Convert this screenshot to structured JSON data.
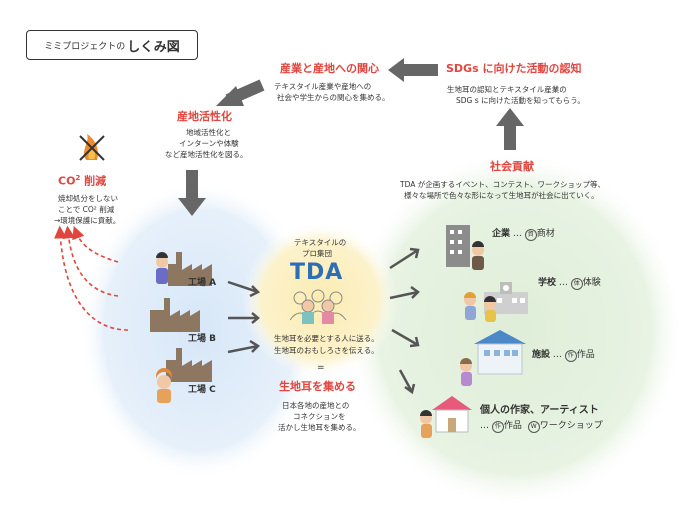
{
  "title": {
    "prefix": "ミミプロジェクトの",
    "main": "しくみ図"
  },
  "top_center": {
    "heading": "産業と産地への関心",
    "line1": "テキスタイル産業や産地への",
    "line2": "社会や学生からの関心を集める。"
  },
  "top_right": {
    "heading": "SDGs に向けた活動の認知",
    "line1": "生地耳の認知とテキスタイル産業の",
    "line2": "SDG s に向けた活動を知ってもらう。"
  },
  "left_top": {
    "heading": "産地活性化",
    "line1": "地域活性化と",
    "line2": "インターンや体験",
    "line3": "など産地活性化を図る。"
  },
  "co2": {
    "heading": "CO",
    "sup": "2",
    "heading_suffix": " 削減",
    "line1": "焼却処分をしない",
    "line2": "ことで CO² 削減",
    "line3": "→環境保護に貢献。"
  },
  "factories": [
    "工場 A",
    "工場 B",
    "工場 C"
  ],
  "tda": {
    "line1": "テキスタイルの",
    "line2": "プロ集団",
    "name": "TDA",
    "desc1": "生地耳を必要とする人に送る。",
    "desc2": "生地耳のおもしろさを伝える。",
    "equals": "=",
    "collect": "生地耳を集める",
    "collect1": "日本各地の産地との",
    "collect2": "コネクションを",
    "collect3": "活かし生地耳を集める。"
  },
  "social": {
    "heading": "社会貢献",
    "line1": "TDA が企画するイベント、コンテスト、ワークショップ等、",
    "line2": "様々な場所で色々な形になって生地耳が社会に出ていく。"
  },
  "targets": [
    {
      "name": "企業",
      "dots": " … ",
      "badge": "資",
      "item": "商材"
    },
    {
      "name": "学校",
      "dots": " … ",
      "badge": "体",
      "item": "体験"
    },
    {
      "name": "施設",
      "dots": " … ",
      "badge": "作",
      "item": "作品"
    },
    {
      "name": "個人の作家、アーティスト",
      "dots": "… ",
      "badge": "作",
      "item": "作品",
      "badge2": "W",
      "item2": "ワークショップ"
    }
  ],
  "colors": {
    "accent": "#e0453e",
    "blue_zone": "#dbe9f7",
    "yellow_zone": "#fbf0bf",
    "green_zone": "#e3f0de",
    "arrow": "#666666",
    "tda": "#2d6fb7"
  }
}
